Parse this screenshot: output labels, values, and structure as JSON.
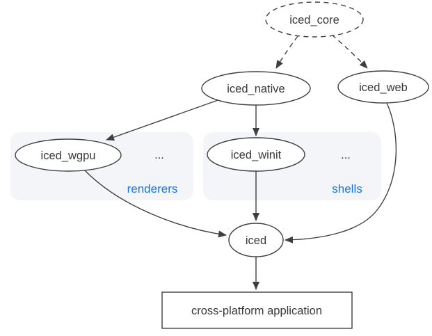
{
  "diagram": {
    "type": "dependency-graph",
    "nodes": {
      "iced_core": {
        "label": "iced_core",
        "shape": "ellipse",
        "border": "dashed"
      },
      "iced_native": {
        "label": "iced_native",
        "shape": "ellipse",
        "border": "solid"
      },
      "iced_web": {
        "label": "iced_web",
        "shape": "ellipse",
        "border": "solid"
      },
      "iced_wgpu": {
        "label": "iced_wgpu",
        "shape": "ellipse",
        "border": "solid"
      },
      "iced_winit": {
        "label": "iced_winit",
        "shape": "ellipse",
        "border": "solid"
      },
      "iced": {
        "label": "iced",
        "shape": "ellipse",
        "border": "solid"
      },
      "app": {
        "label": "cross-platform application",
        "shape": "rectangle",
        "border": "solid"
      }
    },
    "groups": {
      "renderers": {
        "label": "renderers",
        "ellipsis": "...",
        "contains": [
          "iced_wgpu"
        ]
      },
      "shells": {
        "label": "shells",
        "ellipsis": "...",
        "contains": [
          "iced_winit"
        ]
      }
    },
    "edges": [
      {
        "from": "iced_core",
        "to": "iced_native",
        "style": "dashed"
      },
      {
        "from": "iced_core",
        "to": "iced_web",
        "style": "dashed"
      },
      {
        "from": "iced_native",
        "to": "iced_wgpu",
        "style": "solid"
      },
      {
        "from": "iced_native",
        "to": "iced_winit",
        "style": "solid"
      },
      {
        "from": "iced_wgpu",
        "to": "iced",
        "style": "solid"
      },
      {
        "from": "iced_winit",
        "to": "iced",
        "style": "solid"
      },
      {
        "from": "iced_web",
        "to": "iced",
        "style": "solid"
      },
      {
        "from": "iced",
        "to": "app",
        "style": "solid"
      }
    ],
    "colors": {
      "node_stroke": "#3c4043",
      "edge_stroke": "#3c4043",
      "text": "#37383a",
      "group_label": "#1a73e8",
      "group_fill": "#f3f5f9",
      "background": "#ffffff"
    }
  }
}
